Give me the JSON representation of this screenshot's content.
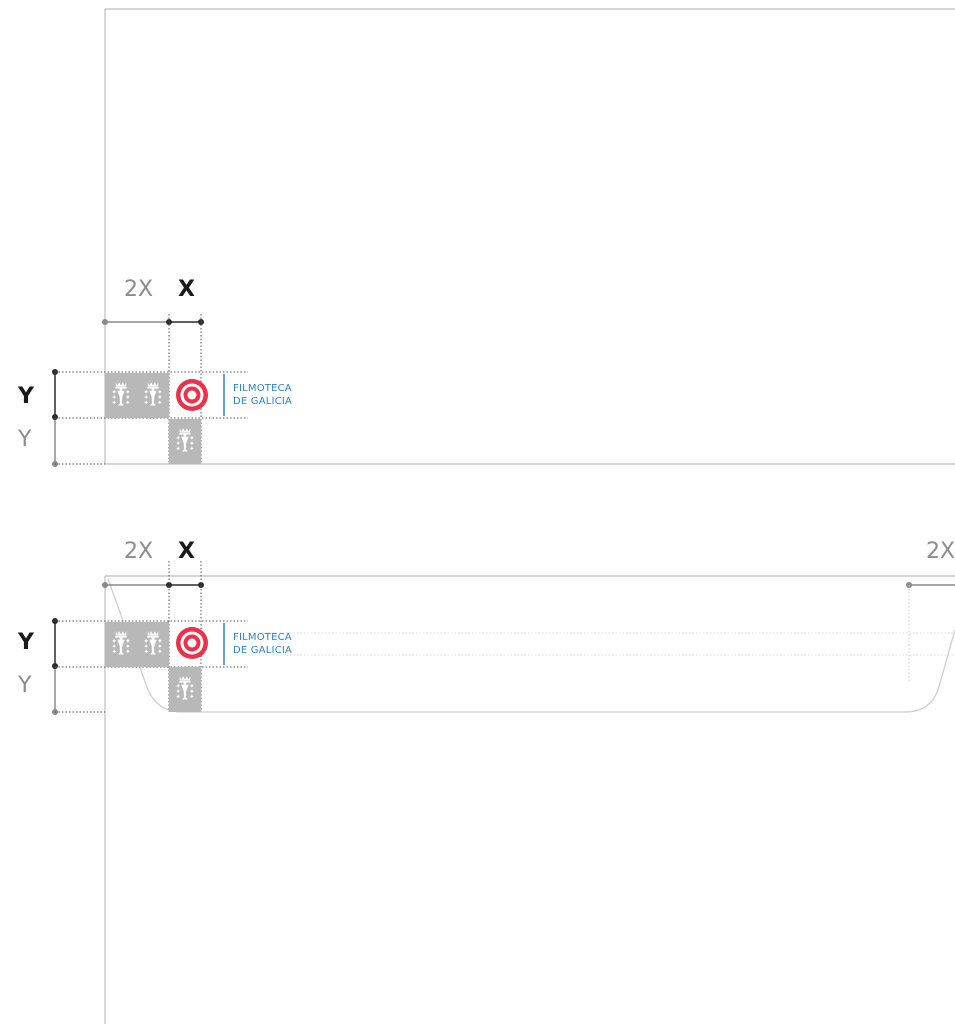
{
  "colors": {
    "page_border": "#bdbdbd",
    "dim_dark": "#2b2b2b",
    "dim_gray": "#8a8a8a",
    "guide_dotted": "#555555",
    "tile_gray": "#b8b8b8",
    "tile_white": "#ffffff",
    "target_red": "#e8334a",
    "brand_blue": "#2a84c6",
    "outline_gray": "#cfcfcf"
  },
  "icons": {
    "coat_of_arms": "galicia-coat-of-arms-icon",
    "target": "filmoteca-target-icon"
  },
  "diagram_top": {
    "label_2x": "2X",
    "label_x": "X",
    "label_y_bold": "Y",
    "label_y_light": "Y",
    "brand_line1": "FILMOTECA",
    "brand_line2": "DE GALICIA"
  },
  "diagram_bottom": {
    "label_2x": "2X",
    "label_x": "X",
    "label_y_bold": "Y",
    "label_y_light": "Y",
    "label_2x_right": "2X",
    "brand_line1": "FILMOTECA",
    "brand_line2": "DE GALICIA"
  }
}
